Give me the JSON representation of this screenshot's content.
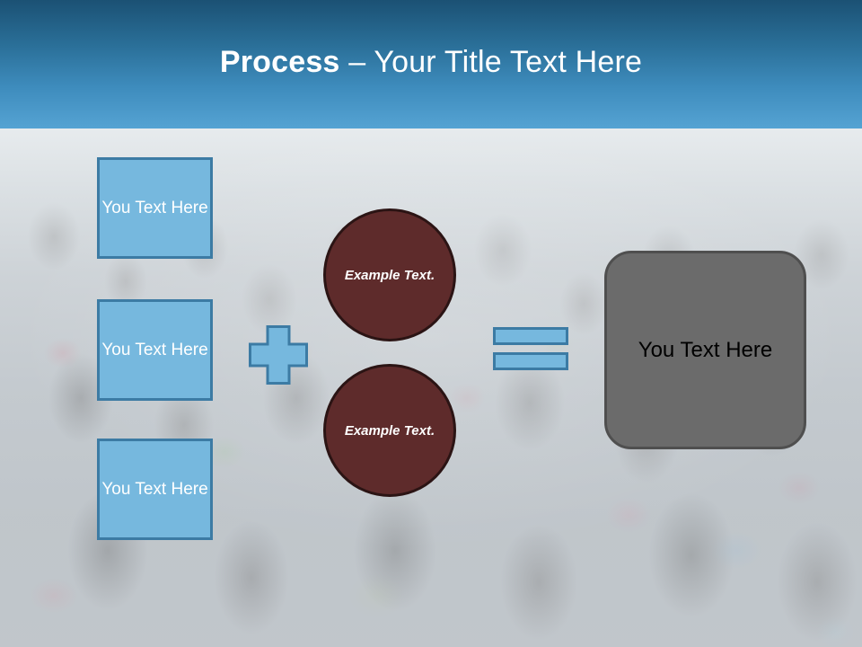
{
  "slide": {
    "title": {
      "strong": "Process",
      "rest": " – Your Title Text Here"
    },
    "background": {
      "description": "faded crowd photo",
      "base_color": "#b9bfc4"
    }
  },
  "theme": {
    "title_gradient_top": "#1b5174",
    "title_gradient_bottom": "#55a3d3",
    "accent_blue_fill": "#76b8de",
    "accent_blue_border": "#3c7ba4",
    "circle_fill": "#5e2b2b",
    "circle_border": "#2b1414",
    "result_fill": "#6b6b6b",
    "result_border": "#4f4f4f",
    "text_on_blue": "#ffffff",
    "text_on_gray": "#000000"
  },
  "diagram": {
    "input_boxes": [
      {
        "label": "You Text Here"
      },
      {
        "label": "You Text Here"
      },
      {
        "label": "You Text Here"
      }
    ],
    "operator_plus": {
      "symbol": "+",
      "name": "plus-sign"
    },
    "circles": [
      {
        "label": "Example Text."
      },
      {
        "label": "Example Text."
      }
    ],
    "operator_equals": {
      "symbol": "=",
      "name": "equals-sign"
    },
    "result_box": {
      "label": "You Text Here"
    }
  }
}
